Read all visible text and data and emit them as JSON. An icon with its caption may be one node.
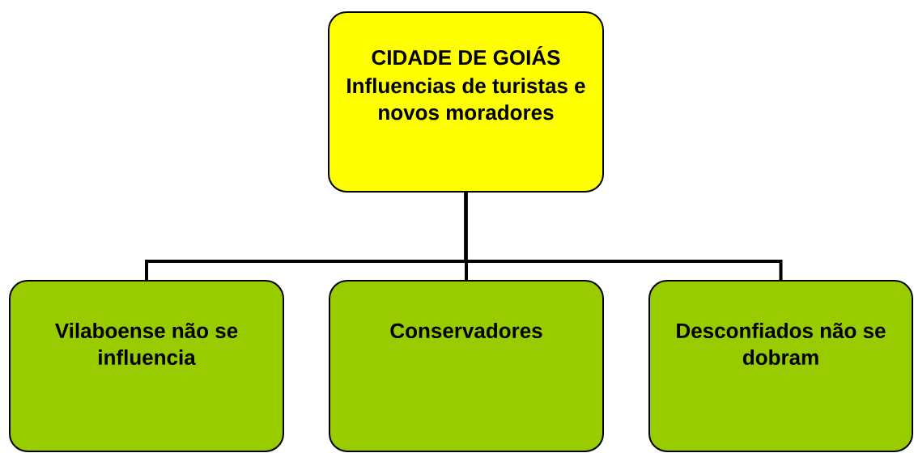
{
  "diagram": {
    "nodes": [
      {
        "text": [
          "CIDADE DE GOIÁS",
          "Influencias de turistas e novos moradores"
        ]
      },
      {
        "text": [
          "Vilaboense não se influencia"
        ]
      },
      {
        "text": [
          "Conservadores"
        ]
      },
      {
        "text": [
          "Desconfiados não se dobram"
        ]
      }
    ],
    "edges": [
      {
        "from": 0,
        "to": 1,
        "arrow": "none"
      },
      {
        "from": 0,
        "to": 2,
        "arrow": "none"
      },
      {
        "from": 0,
        "to": 3,
        "arrow": "none"
      }
    ]
  }
}
